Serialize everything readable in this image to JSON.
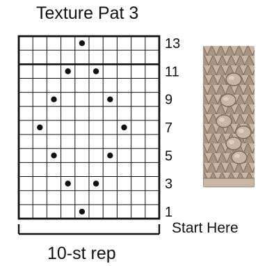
{
  "title": "Texture Pat 3",
  "row_labels": [
    "13",
    "11",
    "9",
    "7",
    "5",
    "3",
    "1"
  ],
  "start_label": "Start Here",
  "repeat_label": "10-st rep",
  "chart_data": {
    "type": "knitting-chart",
    "columns": 10,
    "rows": 13,
    "bobbles": [
      {
        "row": 1,
        "stitch": 5
      },
      {
        "row": 3,
        "stitch": 4
      },
      {
        "row": 3,
        "stitch": 6
      },
      {
        "row": 5,
        "stitch": 3
      },
      {
        "row": 5,
        "stitch": 7
      },
      {
        "row": 7,
        "stitch": 2
      },
      {
        "row": 7,
        "stitch": 8
      },
      {
        "row": 9,
        "stitch": 3
      },
      {
        "row": 9,
        "stitch": 7
      },
      {
        "row": 11,
        "stitch": 4
      },
      {
        "row": 11,
        "stitch": 6
      },
      {
        "row": 13,
        "stitch": 5
      }
    ],
    "labeled_rows": [
      1,
      3,
      5,
      7,
      9,
      11,
      13
    ],
    "heavy_line_above_row": 11
  },
  "colors": {
    "ink": "#111111",
    "swatch_light": "#c9b7a6",
    "swatch_mid": "#a89483",
    "swatch_dark": "#7e6a5c"
  }
}
